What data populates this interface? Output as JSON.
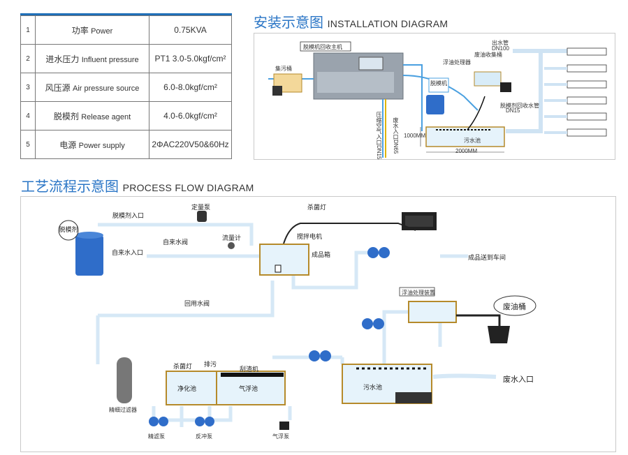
{
  "spec_table": {
    "rows": [
      {
        "index": "1",
        "name_cn": "功率",
        "name_en": "Power",
        "value": "0.75KVA"
      },
      {
        "index": "2",
        "name_cn": "进水压力",
        "name_en": "Influent pressure",
        "value": "PT1 3.0-5.0kgf/cm²"
      },
      {
        "index": "3",
        "name_cn": "风压源",
        "name_en": "Air pressure source",
        "value": "6.0-8.0kgf/cm²"
      },
      {
        "index": "4",
        "name_cn": "脱模剂",
        "name_en": "Release agent",
        "value": "4.0-6.0kgf/cm²"
      },
      {
        "index": "5",
        "name_cn": "电源",
        "name_en": "Power supply",
        "value": "2ΦAC220V50&60Hz"
      }
    ]
  },
  "installation": {
    "title_cn": "安装示意图",
    "title_en": "INSTALLATION DIAGRAM",
    "labels": {
      "main_machine": "脱模机回收主机",
      "water_tank": "集污桶",
      "release_machine": "脱模机",
      "oil_separator": "浮油处理器",
      "waste_oil_bucket": "废油收集桶",
      "outlet_pipe": "出水管",
      "outlet_dn": "DN100",
      "return_pipe": "脱模剂回收水管",
      "return_dn": "DN15",
      "inlet": "废水入口DN65",
      "air_inlet": "压缩空气入口DN15",
      "height": "1000MM",
      "width": "2000MM",
      "sewage_pool": "污水池"
    }
  },
  "process": {
    "title_cn": "工艺流程示意图",
    "title_en": "PROCESS FLOW DIAGRAM",
    "labels": {
      "release_agent": "脱模剂",
      "release_inlet": "脱模剂入口",
      "metering_pump": "定量泵",
      "tap_water_inlet": "自来水入口",
      "tap_valve": "自来水阀",
      "flowmeter": "流量计",
      "uv_lamp": "杀菌灯",
      "stir_motor": "搅拌电机",
      "product_tank": "成品箱",
      "to_workshop": "成品送到车间",
      "backflush_valve": "回用水阀",
      "oil_device": "浮油处理装置",
      "waste_oil_bucket": "废油桶",
      "uv_lamp2": "杀菌灯",
      "drain": "排污",
      "skimmer": "刮渣机",
      "clean_pool": "净化池",
      "air_float_pool": "气浮池",
      "sewage_pool": "污水池",
      "waste_inlet": "废水入口",
      "precision_filter": "精细过滤器",
      "filter_pump": "精滤泵",
      "backwash_pump": "反冲泵",
      "air_float_pump": "气浮泵"
    }
  }
}
